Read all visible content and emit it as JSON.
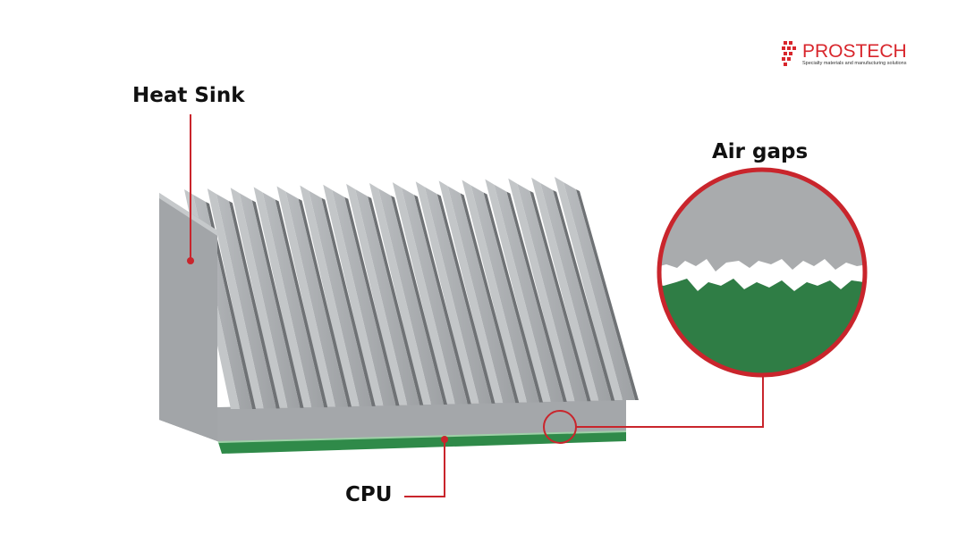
{
  "labels": {
    "heat_sink": "Heat Sink",
    "air_gaps": "Air gaps",
    "cpu": "CPU"
  },
  "logo": {
    "name": "PROSTECH",
    "tagline": "Specialty materials and manufacturing solutions",
    "icon": "prostech-logo-mark"
  },
  "colors": {
    "heat_sink": "#a8abae",
    "cpu": "#2f8a49",
    "callout": "#c9252c",
    "air_gap": "#ffffff"
  }
}
